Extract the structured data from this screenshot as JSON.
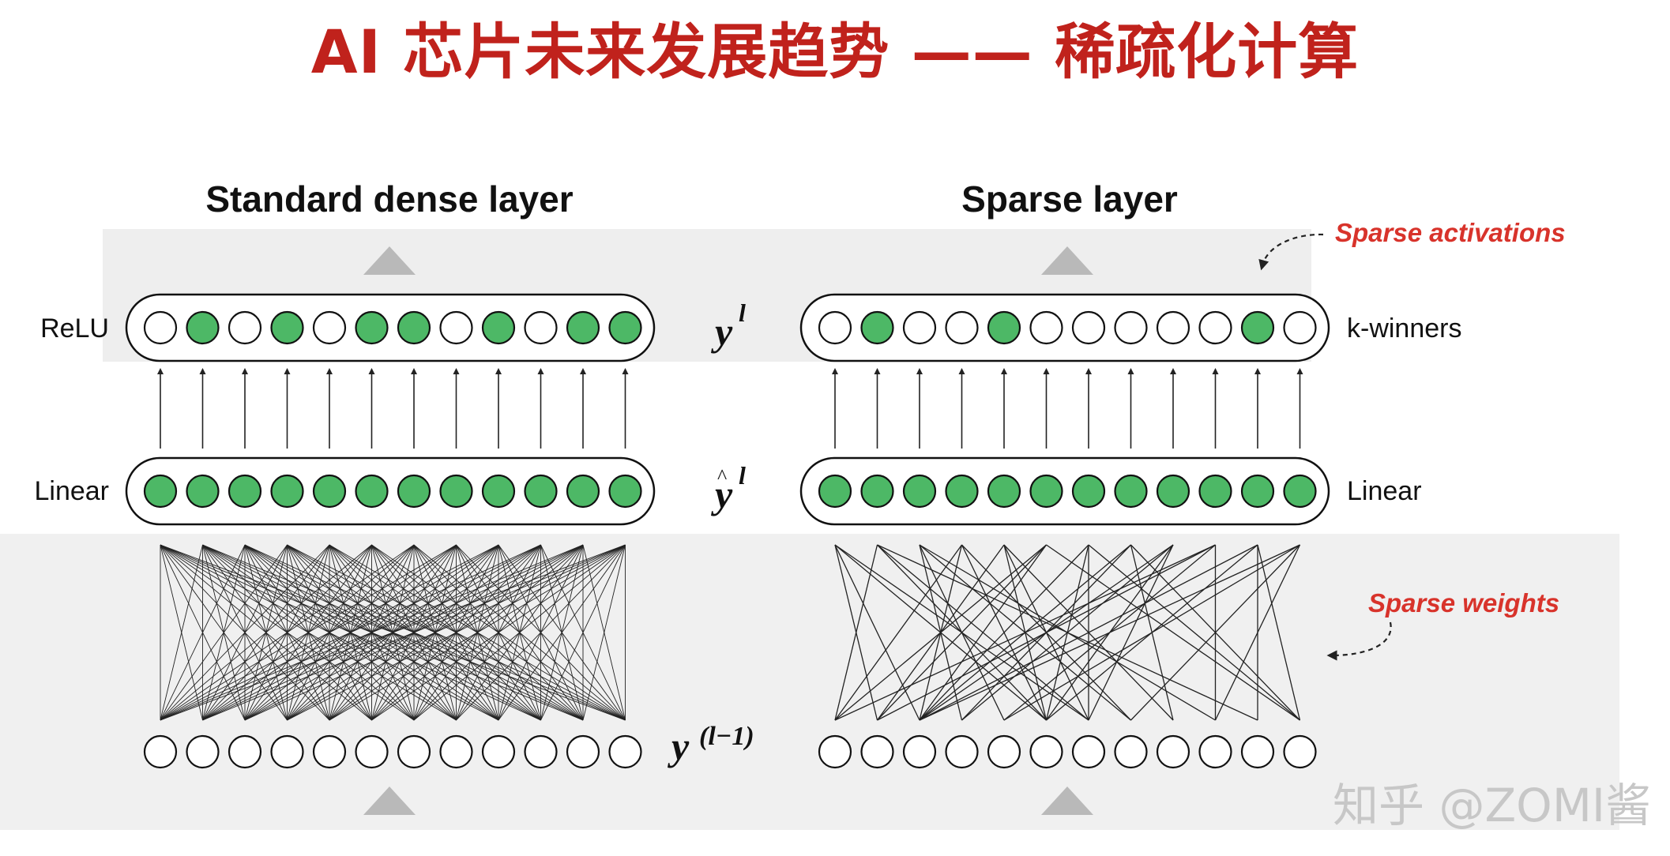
{
  "title": "AI 芯片未来发展趋势 —— 稀疏化计算",
  "colors": {
    "title": "#c0221c",
    "active_neuron": "#4db866",
    "annotation": "#d8332b",
    "band": "#efefef",
    "watermark": "#c7c7c7"
  },
  "left_panel": {
    "heading": "Standard dense layer",
    "top_label": "ReLU",
    "mid_label": "Linear",
    "top_active": [
      0,
      1,
      0,
      1,
      0,
      1,
      1,
      0,
      1,
      0,
      1,
      1
    ],
    "mid_active": [
      1,
      1,
      1,
      1,
      1,
      1,
      1,
      1,
      1,
      1,
      1,
      1
    ],
    "bottom_active": [
      0,
      0,
      0,
      0,
      0,
      0,
      0,
      0,
      0,
      0,
      0,
      0
    ],
    "weights": "dense"
  },
  "right_panel": {
    "heading": "Sparse layer",
    "top_label": "k-winners",
    "mid_label": "Linear",
    "top_active": [
      0,
      1,
      0,
      0,
      1,
      0,
      0,
      0,
      0,
      0,
      1,
      0
    ],
    "mid_active": [
      1,
      1,
      1,
      1,
      1,
      1,
      1,
      1,
      1,
      1,
      1,
      1
    ],
    "bottom_active": [
      0,
      0,
      0,
      0,
      0,
      0,
      0,
      0,
      0,
      0,
      0,
      0
    ],
    "weights": "sparse"
  },
  "math_labels": {
    "y": "y",
    "sup_l": "l",
    "sup_lm1": "(l−1)"
  },
  "annotations": {
    "sparse_activations": "Sparse activations",
    "sparse_weights": "Sparse weights"
  },
  "watermark": "知乎 @ZOMI酱",
  "icons": [
    "up-triangle-icon",
    "up-arrow-icon",
    "dashed-curved-arrow-icon"
  ]
}
